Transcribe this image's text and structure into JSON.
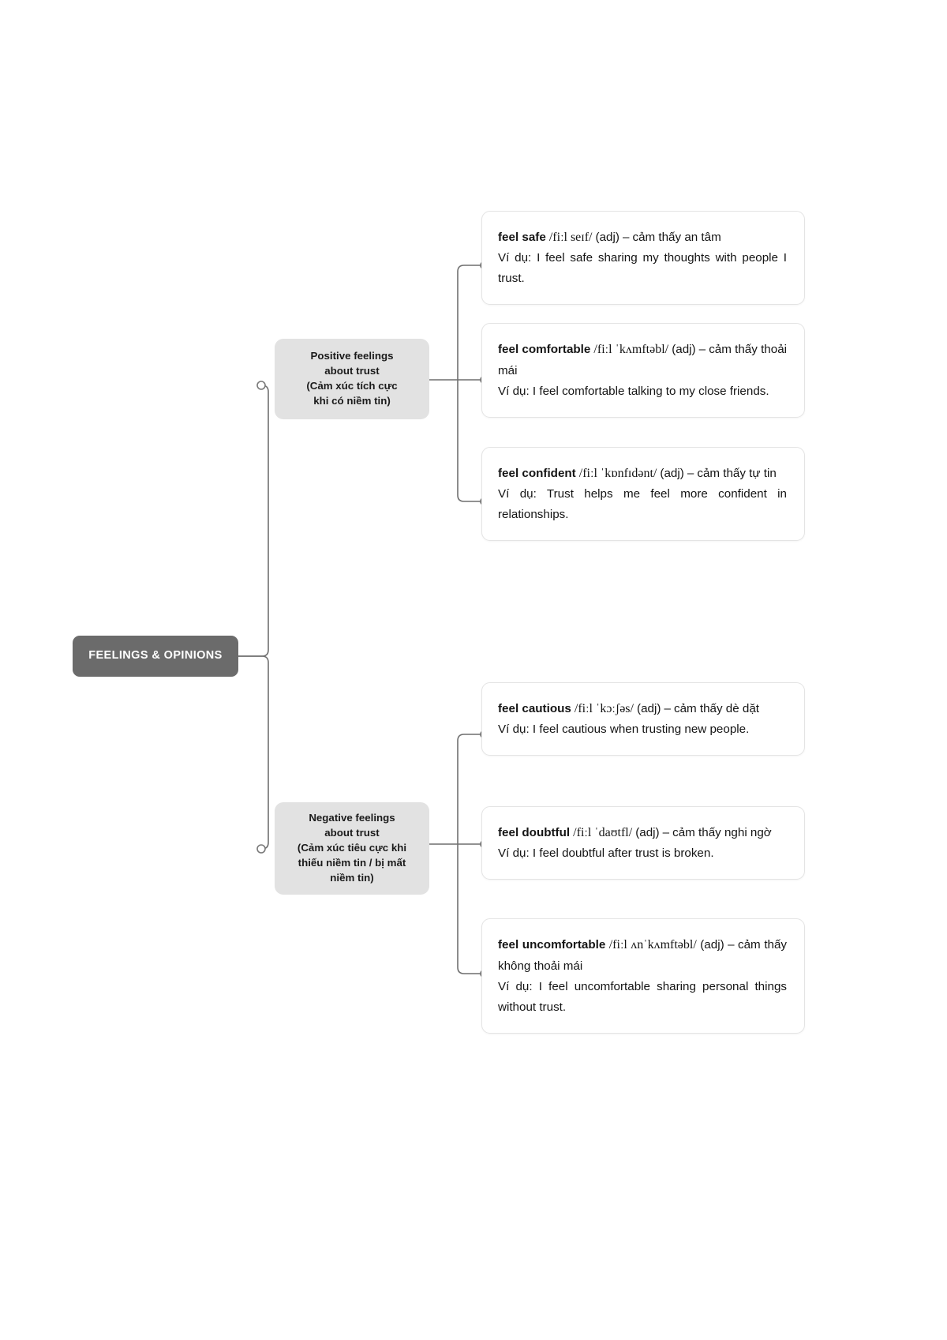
{
  "diagram": {
    "type": "mindmap",
    "root": {
      "label": "FEELINGS & OPINIONS",
      "bg_color": "#6b6b6b",
      "text_color": "#ffffff"
    },
    "branch_bg_color": "#e2e2e2",
    "connector_color": "#6f6f6f",
    "branches": [
      {
        "id": "positive",
        "label": "Positive feelings\nabout trust\n(Cảm xúc tích cực\nkhi có niềm tin)",
        "leaves": [
          {
            "id": "feel-safe",
            "term": "feel safe",
            "ipa": "/fiːl seɪf/",
            "pos": "(adj)",
            "dash": "–",
            "vi": "cảm thấy an tâm",
            "example_label": "Ví dụ:",
            "example": "I feel safe sharing my thoughts with people I trust."
          },
          {
            "id": "feel-comfortable",
            "term": "feel comfortable",
            "ipa": "/fiːl ˈkʌmftəbl/",
            "pos": "(adj)",
            "dash": "–",
            "vi": "cảm thấy thoải mái",
            "example_label": "Ví dụ:",
            "example": "I feel comfortable talking to my close friends."
          },
          {
            "id": "feel-confident",
            "term": "feel confident",
            "ipa": "/fiːl ˈkɒnfɪdənt/",
            "pos": "(adj)",
            "dash": "–",
            "vi": "cảm thấy tự tin",
            "example_label": "Ví dụ:",
            "example": "Trust helps me feel more confident in relationships."
          }
        ]
      },
      {
        "id": "negative",
        "label": "Negative feelings\nabout trust\n(Cảm xúc tiêu cực khi\nthiếu niềm tin / bị mất\nniềm tin)",
        "leaves": [
          {
            "id": "feel-cautious",
            "term": "feel cautious",
            "ipa": "/fiːl ˈkɔːʃəs/",
            "pos": "(adj)",
            "dash": "–",
            "vi": "cảm thấy dè dặt",
            "example_label": "Ví dụ:",
            "example": "I feel cautious when trusting new people."
          },
          {
            "id": "feel-doubtful",
            "term": "feel doubtful",
            "ipa": "/fiːl ˈdaʊtfl/",
            "pos": "(adj)",
            "dash": "–",
            "vi": "cảm thấy nghi ngờ",
            "example_label": "Ví dụ:",
            "example": "I feel doubtful after trust is broken."
          },
          {
            "id": "feel-uncomfortable",
            "term": "feel uncomfortable",
            "ipa": "/fiːl ʌnˈkʌmftəbl/",
            "pos": "(adj)",
            "dash": "–",
            "vi": "cảm thấy không thoải mái",
            "example_label": "Ví dụ:",
            "example": "I feel uncomfortable sharing personal things without trust."
          }
        ]
      }
    ]
  }
}
